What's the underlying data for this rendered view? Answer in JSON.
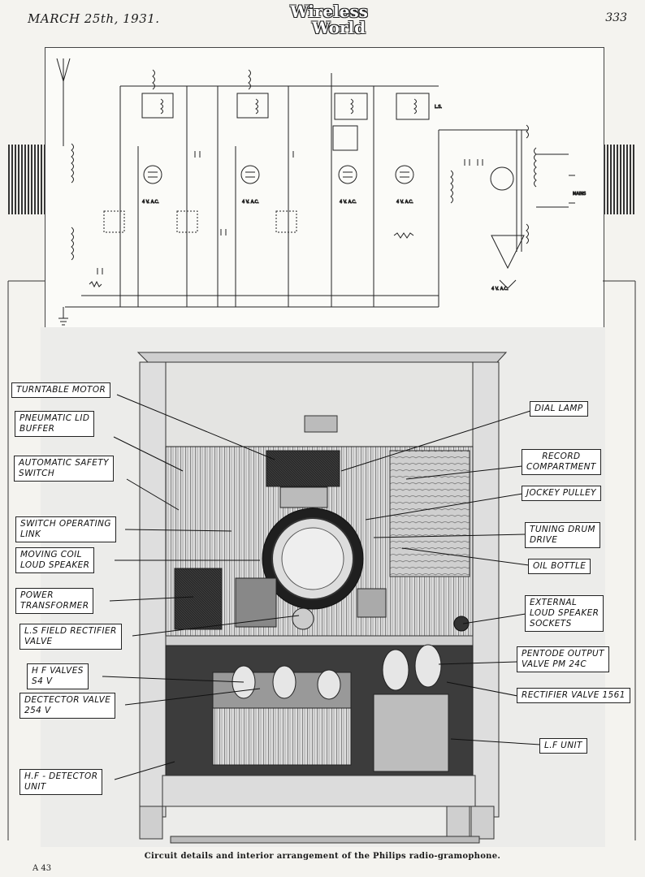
{
  "header": {
    "date": "MARCH 25th, 1931.",
    "masthead_line1": "Wireless",
    "masthead_line2": "World",
    "page_number": "333"
  },
  "circuit": {
    "mains_label": "MAINS",
    "ls_label": "L.S.",
    "valve_voltage": "4 V. A.C."
  },
  "labels": {
    "turntable_motor": [
      "TURNTABLE  MOTOR"
    ],
    "pneumatic_lid_buffer": [
      "PNEUMATIC  LID",
      "BUFFER"
    ],
    "automatic_safety_switch": [
      "AUTOMATIC  SAFETY",
      "SWITCH"
    ],
    "switch_operating_link": [
      "SWITCH  OPERATING",
      "LINK"
    ],
    "moving_coil_loud_speaker": [
      "MOVING  COIL",
      "LOUD  SPEAKER"
    ],
    "power_transformer": [
      "POWER",
      "TRANSFORMER"
    ],
    "ls_field_rectifier_valve": [
      "L.S FIELD  RECTIFIER",
      "VALVE"
    ],
    "hf_valves": [
      "H F  VALVES",
      "S4 V"
    ],
    "detector_valve": [
      "DECTECTOR  VALVE",
      "254 V"
    ],
    "hf_detector_unit": [
      "H.F - DETECTOR",
      "UNIT"
    ],
    "dial_lamp": [
      "DIAL  LAMP"
    ],
    "record_compartment": [
      "RECORD",
      "COMPARTMENT"
    ],
    "jockey_pulley": [
      "JOCKEY  PULLEY"
    ],
    "tuning_drum_drive": [
      "TUNING  DRUM",
      "DRIVE"
    ],
    "oil_bottle": [
      "OIL  BOTTLE"
    ],
    "external_loud_speaker_sockets": [
      "EXTERNAL",
      "LOUD  SPEAKER",
      "SOCKETS"
    ],
    "pentode_output_valve": [
      "PENTODE  OUTPUT",
      "VALVE  PM 24C"
    ],
    "rectifier_valve": [
      "RECTIFIER  VALVE  1561"
    ],
    "lf_unit": [
      "L.F  UNIT"
    ]
  },
  "caption": "Circuit details and interior arrangement of the Philips radio-gramophone.",
  "folio": "A 43",
  "colors": {
    "ink": "#1a1a1a",
    "paper": "#f4f3ef",
    "panel": "#fbfbf8"
  }
}
